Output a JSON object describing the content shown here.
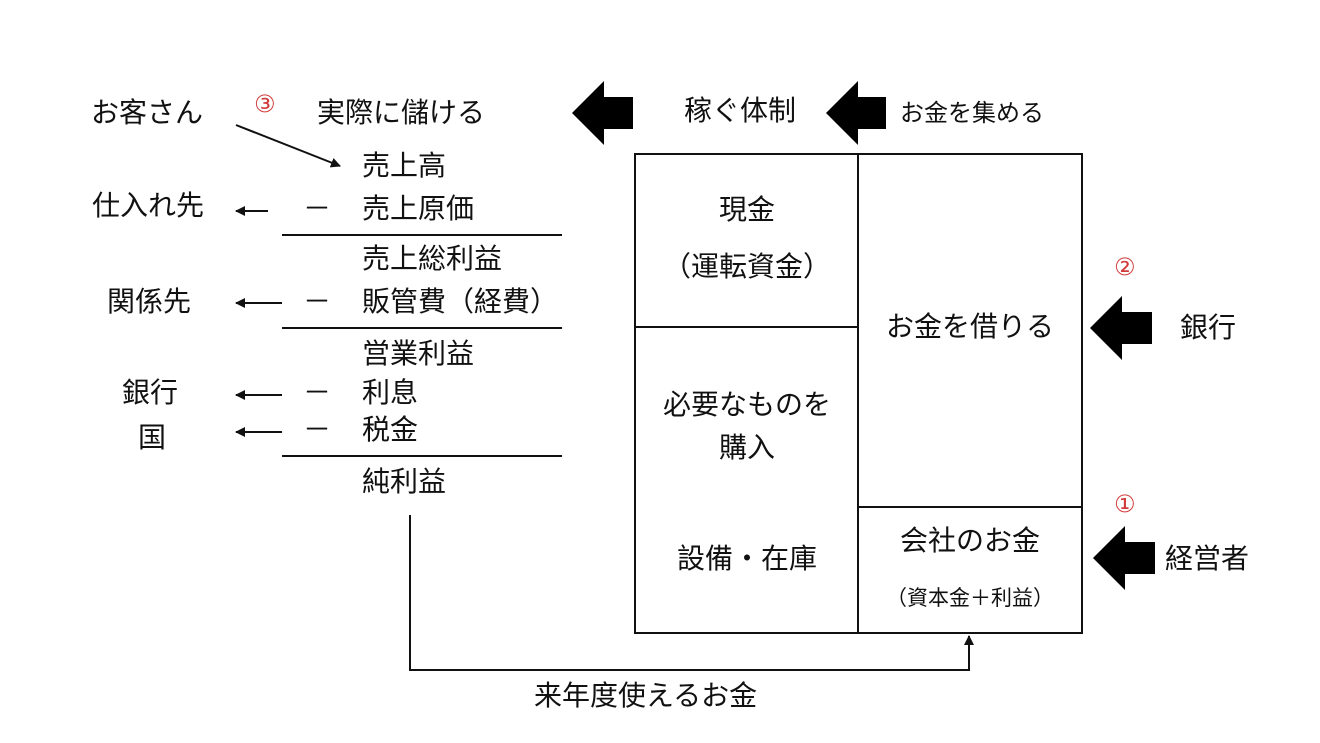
{
  "markers": {
    "step1": "①",
    "step2": "②",
    "step3": "③"
  },
  "income_statement": {
    "title": "実際に儲ける",
    "customer_label": "お客さん",
    "sales": "売上高",
    "cogs": "売上原価",
    "gross_profit": "売上総利益",
    "sga": "販管費（経費）",
    "operating_profit": "営業利益",
    "interest": "利息",
    "tax": "税金",
    "net_profit": "純利益",
    "minus": "－",
    "recipients": {
      "suppliers": "仕入れ先",
      "related_parties": "関係先",
      "bank": "銀行",
      "country": "国"
    },
    "carryover_label": "来年度使えるお金"
  },
  "balance_sheet": {
    "earn_system_label": "稼ぐ体制",
    "raise_money_label": "お金を集める",
    "cash": "現金",
    "working_capital": "（運転資金）",
    "purchase_line1": "必要なものを",
    "purchase_line2": "購入",
    "equipment": "設備・在庫",
    "borrow": "お金を借りる",
    "equity": "会社のお金",
    "equity_detail": "（資本金＋利益）",
    "lender": "銀行",
    "owner": "経営者"
  }
}
